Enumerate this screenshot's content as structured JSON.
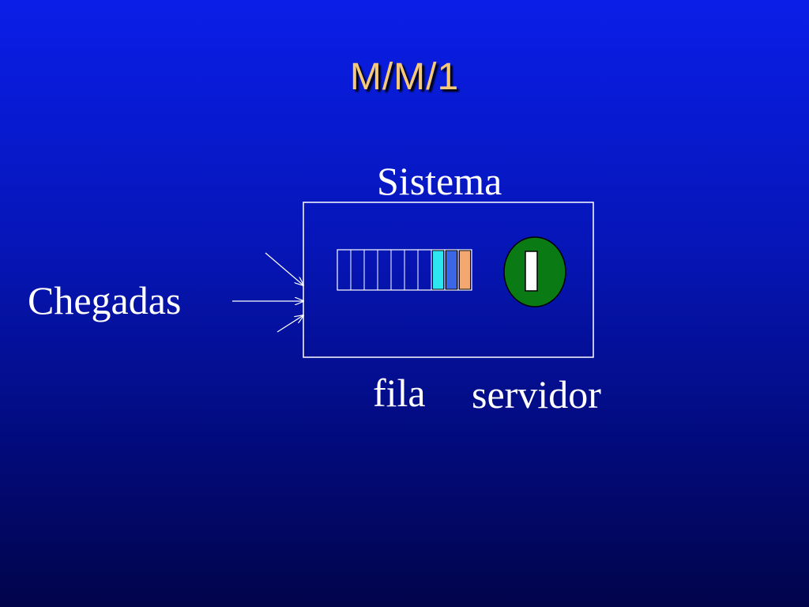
{
  "slide": {
    "title": "M/M/1",
    "labels": {
      "system": "Sistema",
      "arrivals": "Chegadas",
      "queue": "fila",
      "server": "servidor"
    }
  },
  "colors": {
    "title": "#f5c87a",
    "lines": "#ffffff",
    "server_fill": "#0a7a14",
    "job_colors": [
      "#2ee6f0",
      "#3a66e8",
      "#f2a870"
    ]
  },
  "diagram": {
    "queue_slot_count": 10,
    "queued_jobs": 3,
    "arrival_arrows": 3
  }
}
